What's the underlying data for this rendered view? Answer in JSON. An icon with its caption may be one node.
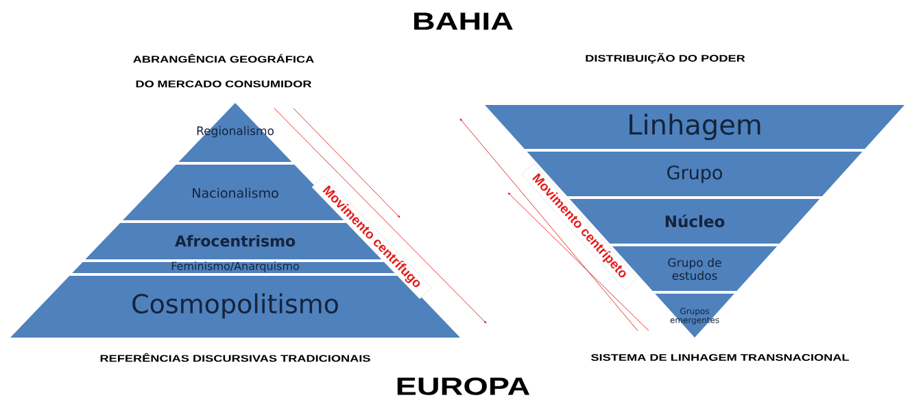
{
  "diagram": {
    "nodes": [
      {
        "text": [
          "Regionalismo"
        ]
      },
      {
        "text": [
          "Nacionalismo"
        ]
      },
      {
        "text": [
          "Afrocentrismo"
        ]
      },
      {
        "text": [
          "Feminismo/Anarquismo"
        ]
      },
      {
        "text": [
          "Cosmopolitismo"
        ]
      },
      {
        "text": [
          "Linhagem"
        ]
      },
      {
        "text": [
          "Grupo"
        ]
      },
      {
        "text": [
          "Núcleo"
        ]
      },
      {
        "text": [
          "Grupo de estudos"
        ]
      },
      {
        "text": [
          "Grupos emergentes"
        ]
      }
    ],
    "labels": [
      "BAHIA",
      "ABRANGÊNCIA GEOGRÁFICA DO MERCADO CONSUMIDOR",
      "DISTRIBUIÇÃO DO PODER",
      "Movimento centrífugo",
      "Movimento centrípeto",
      "REFERÊNCIAS DISCURSIVAS TRADICIONAIS",
      "SISTEMA DE LINHAGEM TRANSNACIONAL",
      "EUROPA"
    ]
  }
}
